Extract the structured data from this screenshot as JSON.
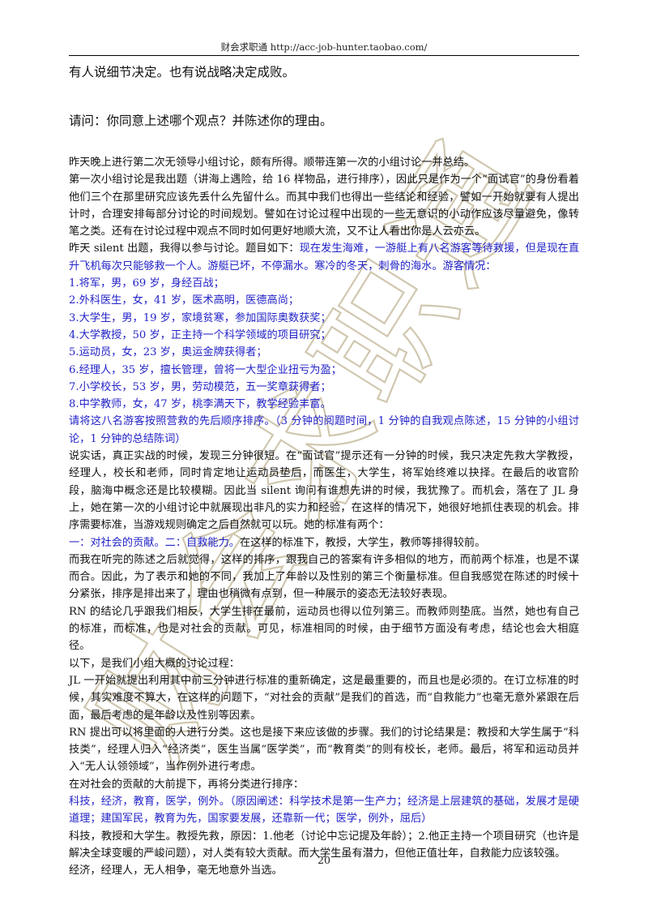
{
  "header": {
    "text": "财会求职通  http://acc-job-hunter.taobao.com/"
  },
  "watermark": {
    "text": "财会求职通",
    "color": "#c8bea2"
  },
  "question": {
    "line1": "有人说细节决定。也有说战略决定成败。",
    "line2": "请问：你同意上述哪个观点？并陈述你的理由。"
  },
  "body": {
    "p1": "昨天晚上进行第二次无领导小组讨论，颇有所得。顺带连第一次的小组讨论一并总结。",
    "p2": "第一次小组讨论是我出题（讲海上遇险，给 16 样物品，进行排序），因此只是作为一个“面试官”的身份看着他们三个在那里研究应该先丢什么先留什么。而其中我们也得出一些结论和经验，譬如一开始就要有人提出计时，合理安排每部分讨论的时间规划。譬如在讨论过程中出现的一些无意识的小动作应该尽量避免，像转笔之类。还有在讨论过程中观点不同时如何更好地顺大流，又不让人看出你是人云亦云。",
    "p3_lead": "昨天 silent 出题，我得以参与讨论。题目如下：",
    "p3_blue": "现在发生海难，一游艇上有八名游客等待救援，但是现在直升飞机每次只能够救一个人。游艇已坏，不停漏水。寒冷的冬天，刺骨的海水。游客情况：",
    "list": [
      "1.将军，男，69 岁，身经百战；",
      "2.外科医生，女，41 岁，医术高明，医德高尚；",
      "3.大学生，男，19 岁，家境贫寒，参加国际奥数获奖；",
      "4.大学教授，50 岁，正主持一个科学领域的项目研究；",
      "5.运动员，女，23 岁，奥运金牌获得者；",
      "6.经理人，35 岁，擅长管理，曾将一大型企业扭亏为盈；",
      "7.小学校长，53 岁，男，劳动模范，五一奖章获得者；",
      "8.中学教师，女，47 岁，桃李满天下，教学经验丰富。"
    ],
    "instruction": "请将这八名游客按照营救的先后顺序排序。（3 分钟的阅题时间，1 分钟的自我观点陈述，15 分钟的小组讨论，1 分钟的总结陈词）",
    "p4": "说实话，真正实战的时候，发现三分钟很短。在“面试官”提示还有一分钟的时候，我只决定先救大学教授，经理人，校长和老师，同时肯定地让运动员垫后，而医生，大学生，将军始终难以抉择。在最后的收官阶段，脑海中概念还是比较模糊。因此当 silent 询问有谁想先讲的时候，我犹豫了。而机会，落在了 JL 身上，她在第一次的小组讨论中就展现出非凡的实力和经验，在这样的情况下，她很好地抓住表现的机会。排序需要标准，当游戏规则确定之后自然就可以玩。她的标准有两个：",
    "p5_blue": "一：对社会的贡献。二：自救能力。",
    "p5_rest": "在这样的标准下，教授，大学生，教师等排得较前。",
    "p6": "而我在听完的陈述之后就觉得，这样的排序，跟我自己的答案有许多相似的地方，而前两个标准，也是不谋而合。因此，为了表示和她的不同，我加上了年龄以及性别的第三个衡量标准。但自我感觉在陈述的时候十分紧张，排序是排出来了，理由也稍微有点到，但一种展示的姿态无法较好表现。",
    "p7": "RN 的结论几乎跟我们相反，大学生排在最前，运动员也得以位列第三。而教师则垫底。当然，她也有自己的标准，而标准，也是对社会的贡献。可见，标准相同的时候，由于细节方面没有考虑，结论也会大相庭径。",
    "p8": "以下，是我们小组大概的讨论过程：",
    "p9": "JL 一开始就提出利用其中前三分钟进行标准的重新确定，这是最重要的，而且也是必须的。在订立标准的时候，其实难度不算大，在这样的问题下，“对社会的贡献”是我们的首选，而“自救能力”也毫无意外紧跟在后面，最后考虑的是年龄以及性别等因素。",
    "p10": "RN 提出可以将里面的人进行分类。这也是接下来应该做的步骤。我们的讨论结果是：教授和大学生属于“科技类”，经理人归入“经济类”，医生当属“医学类”，而“教育类”的则有校长，老师。最后，将军和运动员并入“无人认领领域”，当作例外进行考虑。",
    "p11": "在对社会的贡献的大前提下，再将分类进行排序：",
    "p12_blue": "科技，经济，教育，医学，例外。（原因阐述：科学技术是第一生产力；经济是上层建筑的基础，发展才是硬道理；建国军民，教育为先，国家要发展，还靠新一代；医学，例外，屈后）",
    "p13": "科技，教授和大学生。教授先救，原因：1.他老（讨论中忘记提及年龄）；2.他正主持一个项目研究（也许是解决全球变暖的严峻问题），对人类有较大贡献。而大学生虽有潜力，但他正值壮年，自救能力应该较强。",
    "p14": "经济，经理人，无人相争，毫无地意外当选。"
  },
  "footer": {
    "page_number": "20"
  }
}
